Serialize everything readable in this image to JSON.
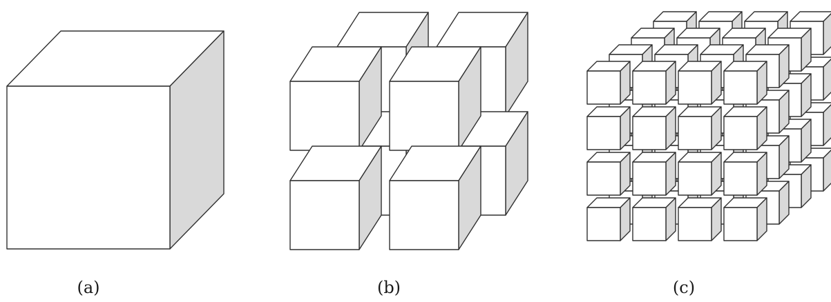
{
  "captions": {
    "a": "(a)",
    "b": "(b)",
    "c": "(c)"
  },
  "colors": {
    "face_light": "#ffffff",
    "face_side": "#d9d9d9",
    "edge": "#303030",
    "background": "#ffffff"
  },
  "diagrams": {
    "a": {
      "description_grid": [
        1,
        1,
        1
      ]
    },
    "b": {
      "description_grid": [
        2,
        2,
        2
      ]
    },
    "c": {
      "description_grid": [
        4,
        4,
        4
      ]
    }
  }
}
